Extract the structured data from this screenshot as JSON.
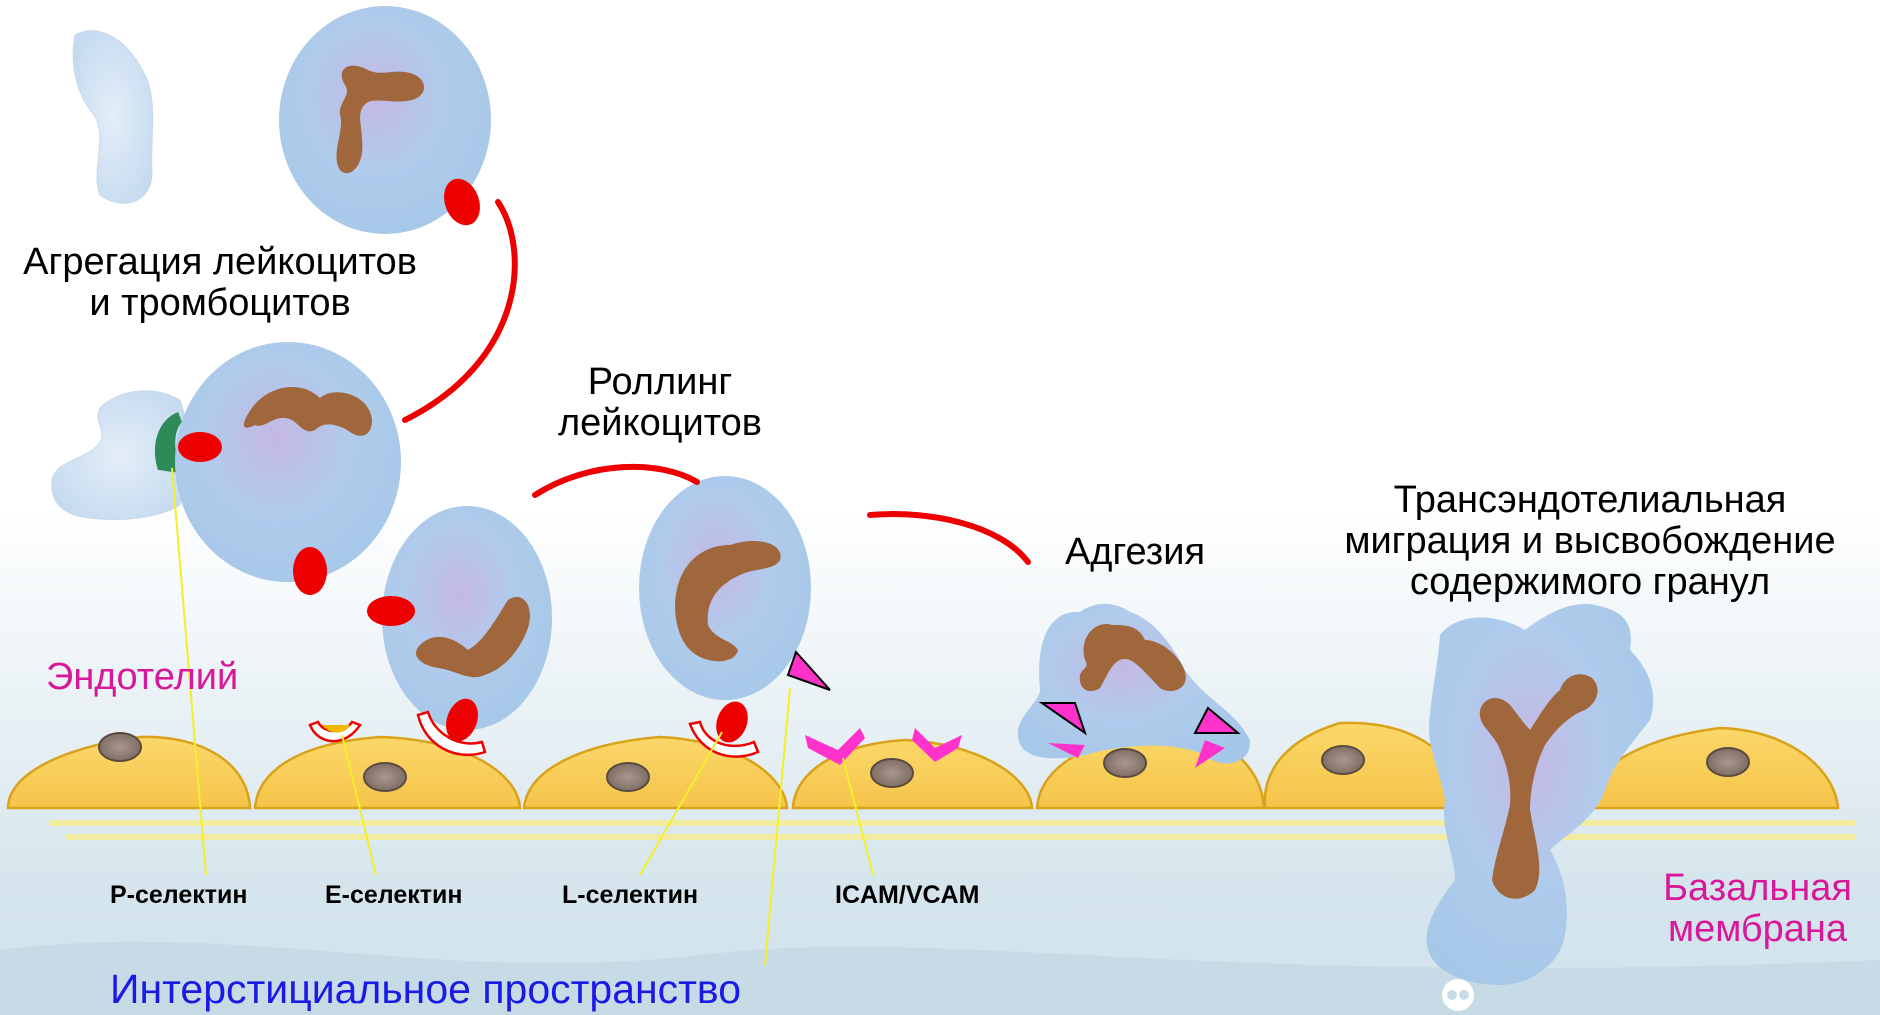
{
  "labels": {
    "aggregation": "Агрегация лейкоцитов\nи тромбоцитов",
    "rolling": "Роллинг\nлейкоцитов",
    "adhesion": "Адгезия",
    "migration": "Трансэндотелиальная\nмиграция и высвобождение\nсодержимого гранул",
    "endothelium": "Эндотелий",
    "p_selectin": "P-селектин",
    "e_selectin": "E-селектин",
    "l_selectin": "L-селектин",
    "icam_vcam": "ICAM/VCAM",
    "basement_membrane": "Базальная\nмембрана",
    "interstitial": "Интерстициальное пространство"
  },
  "colors": {
    "endothelial_cell": "#f9cf55",
    "leukocyte": "#aecbea",
    "nucleus": "#a0663c",
    "selectin_ligand": "#ee0000",
    "p_selectin": "#2e8b57",
    "icam": "#ff33cc",
    "pointer_line": "#ffff33",
    "magenta_label": "#d8189b",
    "blue_label": "#1a1ae6"
  },
  "icons": [
    "leukocyte-cell",
    "platelet-cell",
    "endothelial-cell",
    "selectin-receptor",
    "adhesion-molecule"
  ]
}
